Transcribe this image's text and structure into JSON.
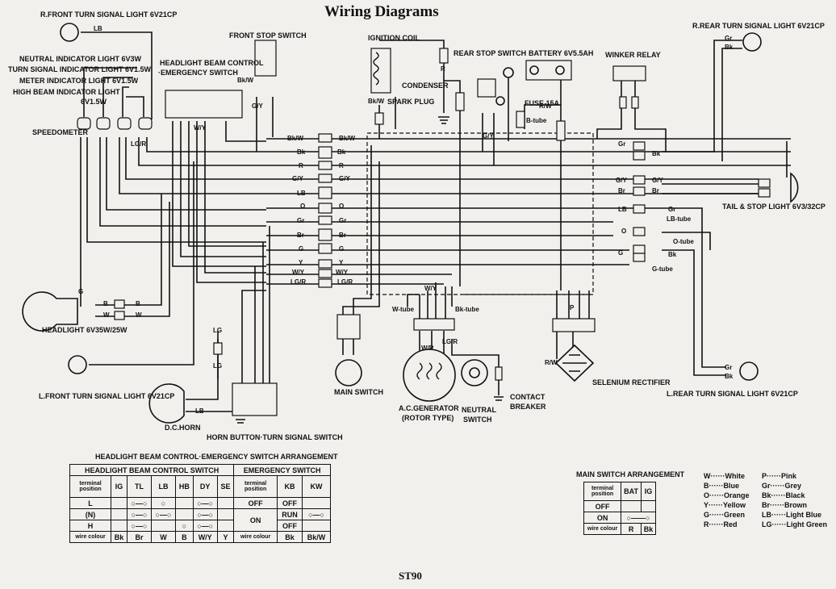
{
  "title": "Wiring Diagrams",
  "model": "ST90",
  "components": {
    "r_front_turn": "R.FRONT TURN SIGNAL LIGHT 6V21CP",
    "neutral_ind": "NEUTRAL INDICATOR LIGHT 6V3W",
    "turn_ind": "TURN SIGNAL INDICATOR LIGHT 6V1.5W",
    "meter_ind": "METER INDICATOR LIGHT 6V1.5W",
    "high_beam_ind": "HIGH BEAM INDICATOR LIGHT",
    "high_beam_ind2": "6V1.5W",
    "speedometer": "SPEEDOMETER",
    "front_stop": "FRONT STOP SWITCH",
    "hb_control": "HEADLIGHT BEAM CONTROL",
    "hb_control2": "·EMERGENCY SWITCH",
    "ignition_coil": "IGNITION COIL",
    "condenser": "CONDENSER",
    "spark_plug": "SPARK PLUG",
    "rear_stop": "REAR STOP SWITCH",
    "battery": "BATTERY 6V5.5AH",
    "fuse": "FUSE 15A",
    "winker_relay": "WINKER RELAY",
    "r_rear_turn": "R.REAR TURN SIGNAL LIGHT 6V21CP",
    "tail_stop": "TAIL & STOP LIGHT 6V3/32CP",
    "headlight": "HEADLIGHT 6V35W/25W",
    "l_front_turn": "L.FRONT TURN SIGNAL LIGHT 6V21CP",
    "dc_horn": "D.C.HORN",
    "horn_button": "HORN BUTTON·TURN SIGNAL SWITCH",
    "main_switch": "MAIN SWITCH",
    "ac_gen": "A.C.GENERATOR",
    "ac_gen2": "(ROTOR TYPE)",
    "neutral_switch": "NEUTRAL",
    "neutral_switch2": "SWITCH",
    "contact_breaker": "CONTACT",
    "contact_breaker2": "BREAKER",
    "selenium": "SELENIUM RECTIFIER",
    "l_rear_turn": "L.REAR TURN SIGNAL LIGHT 6V21CP",
    "lb_tube": "LB-tube",
    "o_tube": "O-tube",
    "g_tube": "G-tube",
    "w_tube": "W-tube",
    "bk_tube": "Bk-tube",
    "b_tube": "B-tube"
  },
  "wire_labels": {
    "bk_w": "Bk/W",
    "bk": "Bk",
    "r": "R",
    "g_y": "G/Y",
    "lb": "LB",
    "gr": "Gr",
    "br": "Br",
    "o": "O",
    "g": "G",
    "y": "Y",
    "w_y": "W/Y",
    "lg_r": "LG/R",
    "b": "B",
    "w": "W",
    "lg": "LG",
    "r_w": "R/W",
    "p": "P",
    "w_r": "W/R"
  },
  "hb_table": {
    "caption": "HEADLIGHT BEAM CONTROL·EMERGENCY SWITCH ARRANGEMENT",
    "left_title": "HEADLIGHT BEAM CONTROL SWITCH",
    "right_title": "EMERGENCY SWITCH",
    "terminal": "terminal",
    "position": "position",
    "cols": [
      "IG",
      "TL",
      "LB",
      "HB",
      "DY",
      "SE"
    ],
    "rows": [
      "L",
      "(N)",
      "H"
    ],
    "wire_colour": "wire colour",
    "colours": [
      "Bk",
      "Br",
      "W",
      "B",
      "W/Y",
      "Y"
    ],
    "em_cols": [
      "KB",
      "KW"
    ],
    "em_positions": [
      "OFF",
      "RUN",
      "OFF"
    ],
    "em_mid": [
      "OFF",
      "ON"
    ],
    "em_colours": [
      "Bk",
      "Bk/W"
    ]
  },
  "main_table": {
    "caption": "MAIN SWITCH ARRANGEMENT",
    "terminal": "terminal",
    "position": "position",
    "cols": [
      "BAT",
      "IG"
    ],
    "rows": [
      "OFF",
      "ON"
    ],
    "wire_colour": "wire colour",
    "colours": [
      "R",
      "Bk"
    ]
  },
  "legend": [
    {
      "code": "W",
      "name": "White"
    },
    {
      "code": "P",
      "name": "Pink"
    },
    {
      "code": "B",
      "name": "Blue"
    },
    {
      "code": "Gr",
      "name": "Grey"
    },
    {
      "code": "O",
      "name": "Orange"
    },
    {
      "code": "Bk",
      "name": "Black"
    },
    {
      "code": "Y",
      "name": "Yellow"
    },
    {
      "code": "Br",
      "name": "Brown"
    },
    {
      "code": "G",
      "name": "Green"
    },
    {
      "code": "LB",
      "name": "Light Blue"
    },
    {
      "code": "R",
      "name": "Red"
    },
    {
      "code": "LG",
      "name": "Light Green"
    }
  ]
}
